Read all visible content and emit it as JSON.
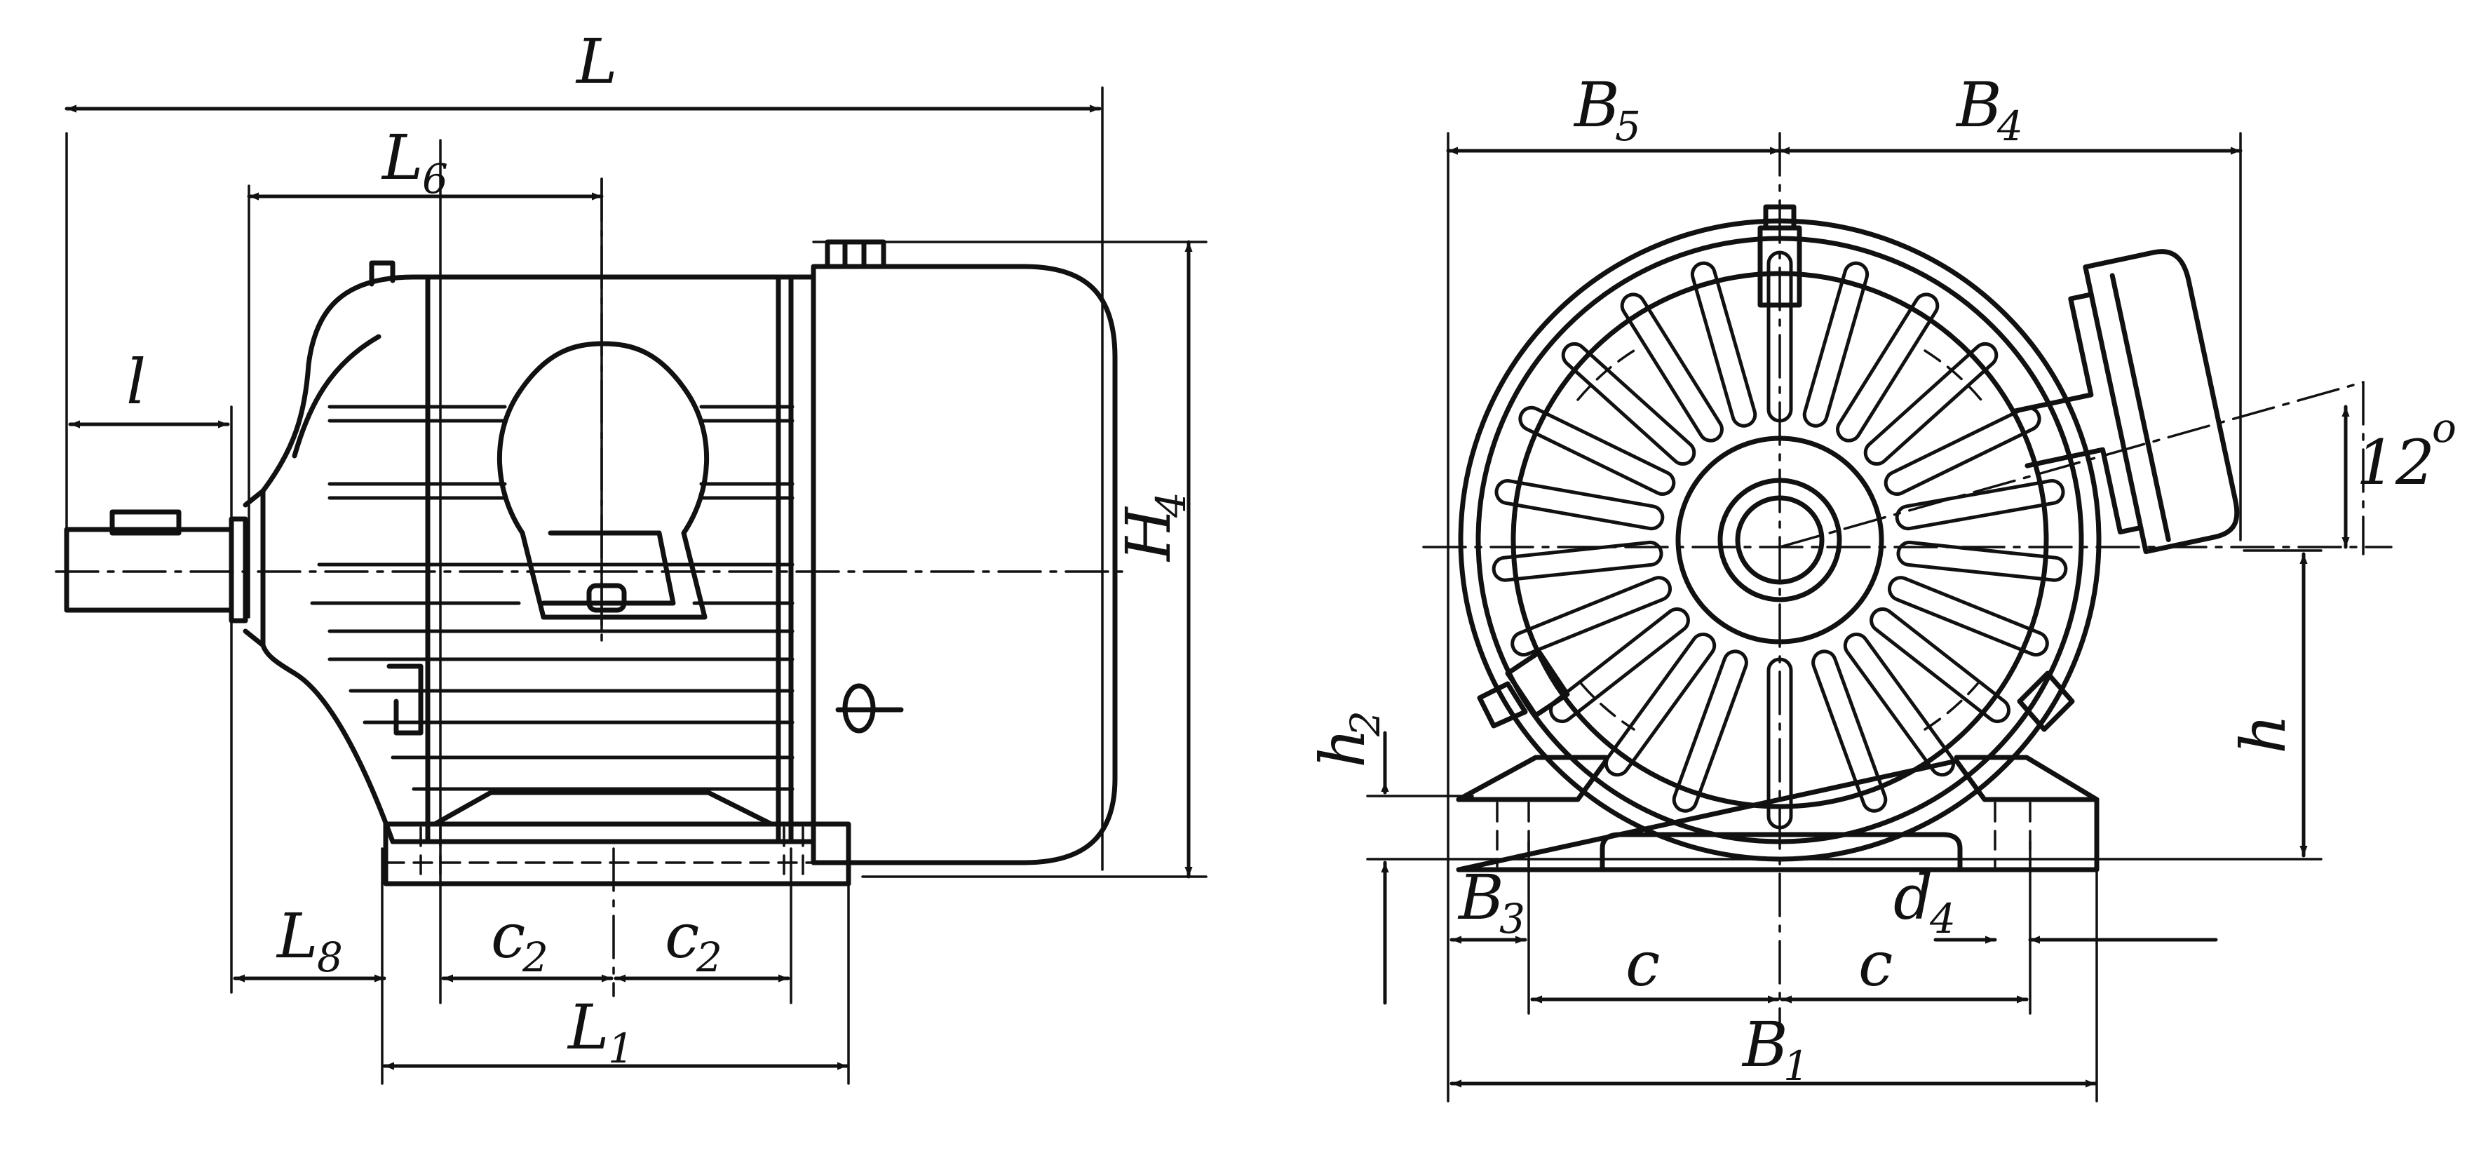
{
  "side_view": {
    "L": {
      "main": "L",
      "sub": ""
    },
    "L6": {
      "main": "L",
      "sub": "6"
    },
    "l": {
      "main": "l",
      "sub": ""
    },
    "H4": {
      "main": "H",
      "sub": "4"
    },
    "L8": {
      "main": "L",
      "sub": "8"
    },
    "c2_left": {
      "main": "c",
      "sub": "2"
    },
    "c2_right": {
      "main": "c",
      "sub": "2"
    },
    "L1": {
      "main": "L",
      "sub": "1"
    }
  },
  "end_view": {
    "B5": {
      "main": "B",
      "sub": "5"
    },
    "B4": {
      "main": "B",
      "sub": "4"
    },
    "angle": {
      "main": "12",
      "sup": "o"
    },
    "h": {
      "main": "h",
      "sub": ""
    },
    "h2": {
      "main": "h",
      "sub": "2"
    },
    "B3": {
      "main": "B",
      "sub": "3"
    },
    "d4": {
      "main": "d",
      "sub": "4"
    },
    "c_left": {
      "main": "c",
      "sub": ""
    },
    "c_right": {
      "main": "c",
      "sub": ""
    },
    "B1": {
      "main": "B",
      "sub": "1"
    }
  }
}
